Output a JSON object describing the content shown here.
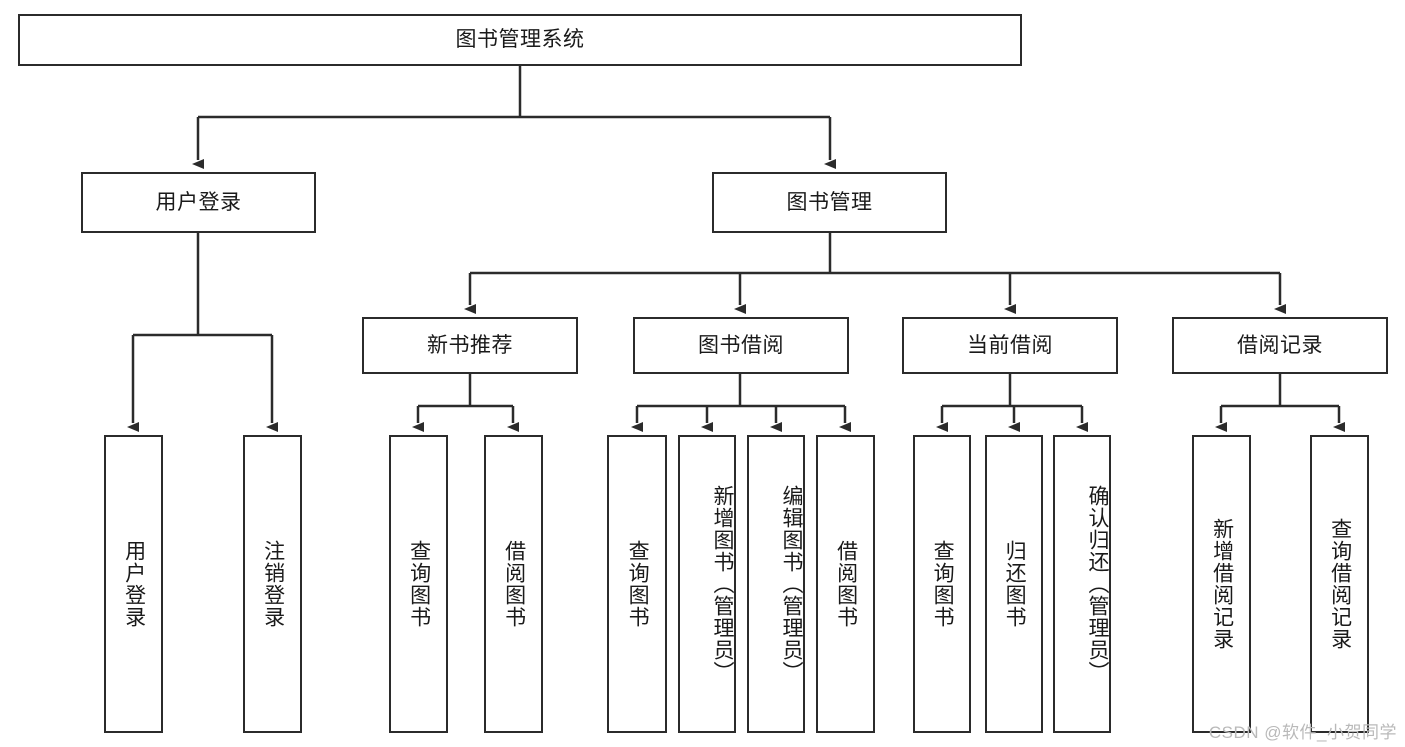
{
  "diagram": {
    "title": "图书管理系统",
    "type": "tree-hierarchy-diagram",
    "stroke_color": "#2b2b2b",
    "fill_color": "#ffffff",
    "text_color": "#1a1a1a"
  },
  "root": {
    "label": "图书管理系统"
  },
  "level2": [
    {
      "label": "用户登录"
    },
    {
      "label": "图书管理"
    }
  ],
  "level3": [
    {
      "label": "新书推荐"
    },
    {
      "label": "图书借阅"
    },
    {
      "label": "当前借阅"
    },
    {
      "label": "借阅记录"
    }
  ],
  "leaves": {
    "user_login": [
      {
        "label": "用户登录"
      },
      {
        "label": "注销登录"
      }
    ],
    "new_book_recommend": [
      {
        "label": "查询图书"
      },
      {
        "label": "借阅图书"
      }
    ],
    "book_borrow": [
      {
        "label": "查询图书"
      },
      {
        "label": "新增图书（管理员）"
      },
      {
        "label": "编辑图书（管理员）"
      },
      {
        "label": "借阅图书"
      }
    ],
    "current_borrow": [
      {
        "label": "查询图书"
      },
      {
        "label": "归还图书"
      },
      {
        "label": "确认归还（管理员）"
      }
    ],
    "borrow_record": [
      {
        "label": "新增借阅记录"
      },
      {
        "label": "查询借阅记录"
      }
    ]
  },
  "watermark": {
    "text": "CSDN @软件_小贺同学"
  }
}
